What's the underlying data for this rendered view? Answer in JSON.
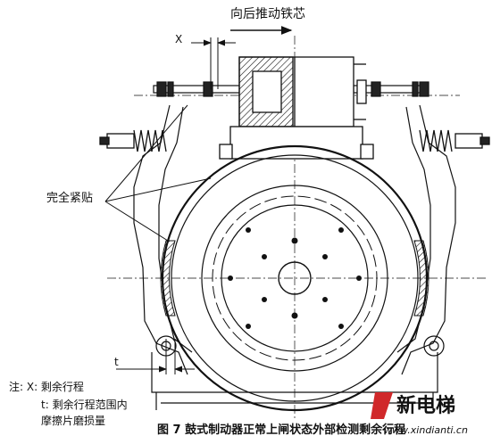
{
  "labels": {
    "push_core": "向后推动铁芯",
    "x_mark": "X",
    "fully_tight": "完全紧贴",
    "t_mark": "t"
  },
  "notes": {
    "line1": "注: X: 剩余行程",
    "line2": "t: 剩余行程范围内",
    "line3": "摩擦片磨损量"
  },
  "caption": "图 7 鼓式制动器正常上闸状态外部检测剩余行程",
  "watermark": {
    "brand": "新电梯",
    "url": "www.xindianti.cn"
  },
  "colors": {
    "line": "#111111",
    "brand_red": "#d0282a",
    "watermark": "#b8b8b8"
  }
}
